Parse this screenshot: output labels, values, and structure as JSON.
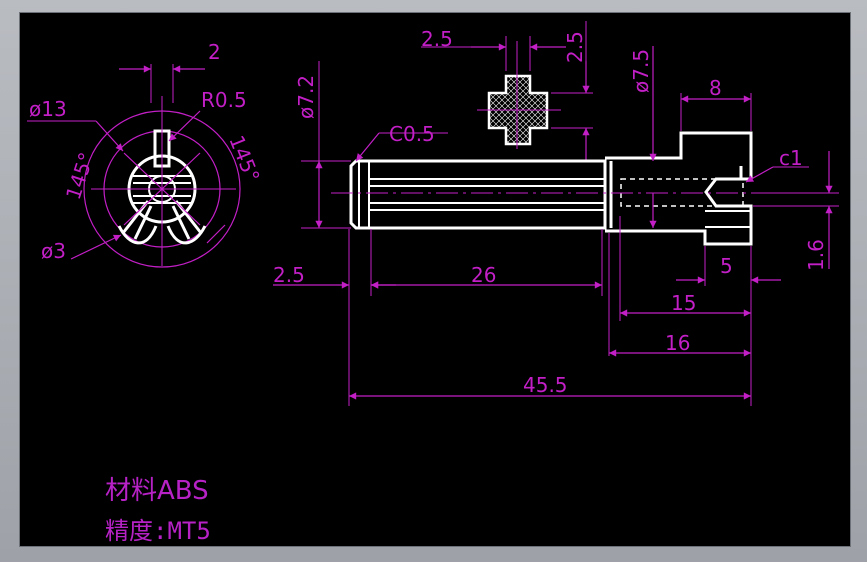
{
  "colors": {
    "background": "#000000",
    "geometry": "#ffffff",
    "dimension": "#c21fc6"
  },
  "dimensions": {
    "d13": "ø13",
    "w2": "2",
    "r05": "R0.5",
    "a145l": "145°",
    "a145r": "145°",
    "d3": "ø3",
    "d72": "ø7.2",
    "c05": "C0.5",
    "w25top": "2.5",
    "h25top": "2.5",
    "d75": "ø7.5",
    "w8": "8",
    "c1": "c1",
    "w5": "5",
    "h16": "1.6",
    "l25": "2.5",
    "l26": "26",
    "l15": "15",
    "l16": "16",
    "l455": "45.5"
  },
  "notes": {
    "material": "材料ABS",
    "precision": "精度:MT5"
  }
}
